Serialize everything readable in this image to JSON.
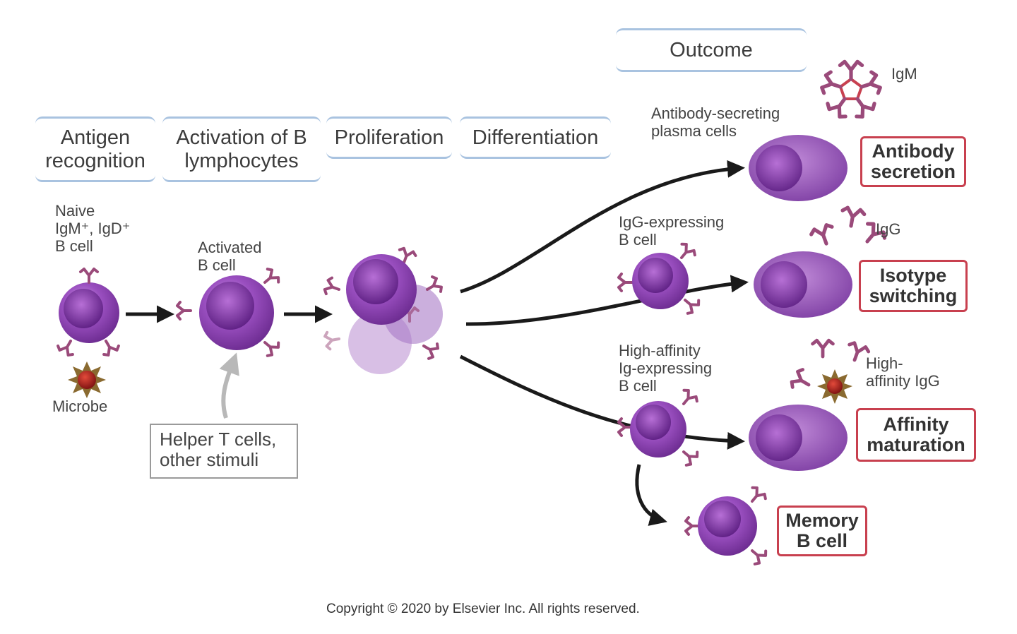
{
  "headers": {
    "antigen_recognition": "Antigen recognition",
    "activation": "Activation of B lymphocytes",
    "proliferation": "Proliferation",
    "differentiation": "Differentiation",
    "outcome": "Outcome"
  },
  "labels": {
    "naive_line1": "Naive",
    "naive_line2": "IgM⁺, IgD⁺",
    "naive_line3": "B cell",
    "microbe": "Microbe",
    "activated_line1": "Activated",
    "activated_line2": "B cell",
    "helper_line1": "Helper T cells,",
    "helper_line2": "other stimuli",
    "plasma_line1": "Antibody-secreting",
    "plasma_line2": "plasma cells",
    "igg_cell_line1": "IgG-expressing",
    "igg_cell_line2": "B cell",
    "ha_cell_line1": "High-affinity",
    "ha_cell_line2": "Ig-expressing",
    "ha_cell_line3": "B cell",
    "igm": "IgM",
    "igg": "IgG",
    "ha_igg_line1": "High-",
    "ha_igg_line2": "affinity IgG"
  },
  "outcomes": {
    "antibody_secretion": "Antibody secretion",
    "isotype_switching": "Isotype switching",
    "affinity_maturation": "Affinity maturation",
    "memory_b_cell": "Memory B cell"
  },
  "copyright": "Copyright © 2020 by Elsevier Inc. All rights reserved.",
  "colors": {
    "header_border": "#a9c3e0",
    "outcome_border": "#c8404f",
    "cell_purple": "#7a2a9a",
    "receptor": "#9a4a7a",
    "arrow": "#1a1a1a",
    "helper_arrow": "#b8b8b8"
  }
}
